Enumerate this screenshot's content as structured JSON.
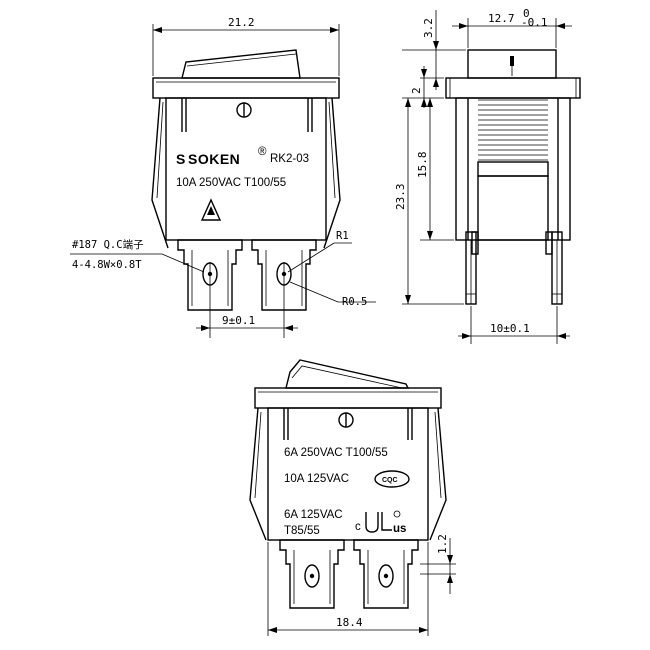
{
  "dimensions": {
    "top_width": "21.2",
    "side_width": "12.7",
    "side_tol_upper": "0",
    "side_tol_lower": "-0.1",
    "rocker_height": "3.2",
    "flange_height": "2",
    "body_height": "15.8",
    "total_height": "23.3",
    "terminal_pitch": "9±0.1",
    "side_terminal_pitch": "10±0.1",
    "bottom_width": "18.4",
    "terminal_tip": "1.2"
  },
  "notes": {
    "terminal_type": "#187 Q.C端子",
    "terminal_size": "4-4.8W×0.8T",
    "radius_top": "R1",
    "radius_bottom": "R0.5"
  },
  "front_marking": {
    "brand": "SOKEN",
    "registered": "®",
    "model": "RK2-03",
    "rating": "10A  250VAC  T100/55"
  },
  "back_marking": {
    "rating_line1": "6A  250VAC  T100/55",
    "rating_line2": "10A  125VAC",
    "rating_line3": "6A  125VAC",
    "rating_line4": "T85/55",
    "cqc": "CQC",
    "ul_prefix": "c",
    "ul_suffix": "us"
  }
}
